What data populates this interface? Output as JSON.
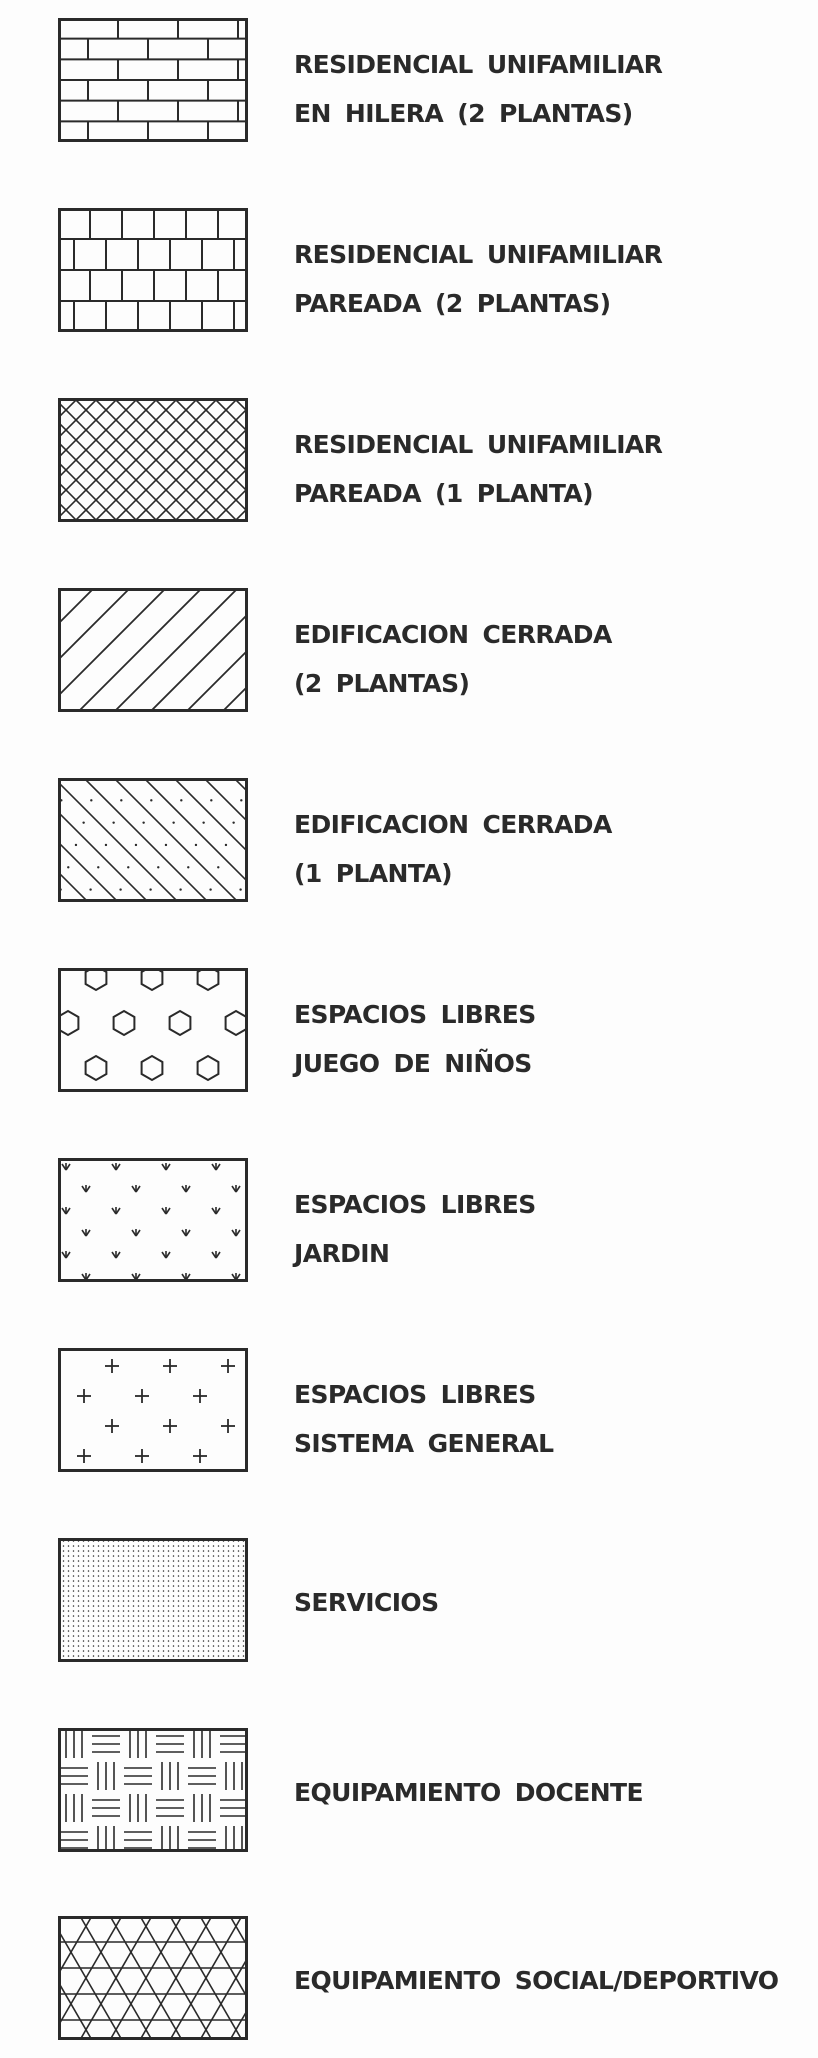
{
  "legend": {
    "items": [
      {
        "pattern": "brick-horizontal",
        "lines": [
          "RESIDENCIAL UNIFAMILIAR",
          "EN HILERA (2 PLANTAS)"
        ]
      },
      {
        "pattern": "brick-vertical",
        "lines": [
          "RESIDENCIAL UNIFAMILIAR",
          "PAREADA (2 PLANTAS)"
        ]
      },
      {
        "pattern": "crosshatch",
        "lines": [
          "RESIDENCIAL UNIFAMILIAR",
          "PAREADA (1 PLANTA)"
        ]
      },
      {
        "pattern": "diagonal-forward",
        "lines": [
          "EDIFICACION CERRADA",
          "(2 PLANTAS)"
        ]
      },
      {
        "pattern": "diagonal-back-dotted",
        "lines": [
          "EDIFICACION CERRADA",
          "(1 PLANTA)"
        ]
      },
      {
        "pattern": "hexagons",
        "lines": [
          "ESPACIOS LIBRES",
          "JUEGO DE NIÑOS"
        ]
      },
      {
        "pattern": "grass-marks",
        "lines": [
          "ESPACIOS LIBRES",
          "JARDIN"
        ]
      },
      {
        "pattern": "plus-marks",
        "lines": [
          "ESPACIOS LIBRES",
          "SISTEMA GENERAL"
        ]
      },
      {
        "pattern": "fine-dots",
        "lines": [
          "SERVICIOS"
        ]
      },
      {
        "pattern": "parquet",
        "lines": [
          "EQUIPAMIENTO DOCENTE"
        ]
      },
      {
        "pattern": "triangle-grid",
        "lines": [
          "EQUIPAMIENTO SOCIAL/DEPORTIVO"
        ]
      }
    ]
  },
  "colors": {
    "ink": "#2a2a2a",
    "paper": "#fdfdfd"
  }
}
